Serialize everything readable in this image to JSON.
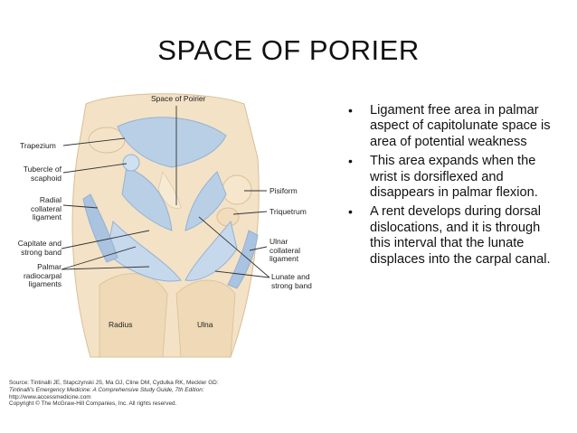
{
  "slide": {
    "title": "SPACE OF PORIER"
  },
  "figure": {
    "labels": {
      "space_of_porier": "Space of Poirier",
      "trapezium": "Trapezium",
      "tubercle_of_scaphoid": [
        "Tubercle of",
        "scaphoid"
      ],
      "radial_collateral_ligament": [
        "Radial",
        "collateral",
        "ligament"
      ],
      "capitate_and_strong_band": [
        "Capitate and",
        "strong band"
      ],
      "palmar_radiocarpal_ligaments": [
        "Palmar",
        "radiocarpal",
        "ligaments"
      ],
      "radius": "Radius",
      "ulna": "Ulna",
      "pisiform": "Pisiform",
      "triquetrum": "Triquetrum",
      "ulnar_collateral_ligament": [
        "Ulnar",
        "collateral",
        "ligament"
      ],
      "lunate_and_strong_band": [
        "Lunate and",
        "strong band"
      ]
    },
    "colors": {
      "bone": "#f3e2c6",
      "bone_shade": "#e3c79e",
      "ligament": "#b9cfe6",
      "ligament_dark": "#93b2d4"
    }
  },
  "bullets": [
    "Ligament free area in palmar aspect of capitolunate space is area of potential weakness",
    "This area expands when the wrist is dorsiflexed and disappears in palmar flexion.",
    "A rent develops during dorsal dislocations, and it is through this interval that the lunate displaces into the carpal canal."
  ],
  "source": {
    "line1": "Source: Tintinalli JE, Stapczynski JS, Ma OJ, Cline DM, Cydulka RK, Meckler GD:",
    "line2": "Tintinalli's Emergency Medicine: A Comprehensive Study Guide, 7th Edition:",
    "line3": "http://www.accessmedicine.com",
    "line4": "Copyright © The McGraw-Hill Companies, Inc. All rights reserved."
  }
}
